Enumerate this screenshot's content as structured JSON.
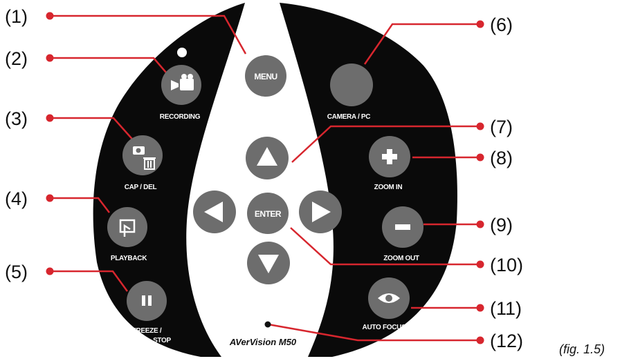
{
  "diagram": {
    "callouts": [
      "(1)",
      "(2)",
      "(3)",
      "(4)",
      "(5)",
      "(6)",
      "(7)",
      "(8)",
      "(9)",
      "(10)",
      "(11)",
      "(12)"
    ],
    "buttons": {
      "menu": "MENU",
      "enter": "ENTER",
      "recording": "RECORDING",
      "cap_del": "CAP / DEL",
      "playback": "PLAYBACK",
      "freeze_line1": "FREEZE /",
      "freeze_line2": "STOP",
      "camera_pc": "CAMERA / PC",
      "zoom_in": "ZOOM IN",
      "zoom_out": "ZOOM OUT",
      "auto_focus": "AUTO FOCUS"
    },
    "brand": "AVerVision M50",
    "figure_label": "(fig. 1.5)"
  },
  "colors": {
    "panel": "#0a0a0a",
    "button": "#6d6d6d",
    "callout": "#d7262e",
    "text": "#111111"
  }
}
